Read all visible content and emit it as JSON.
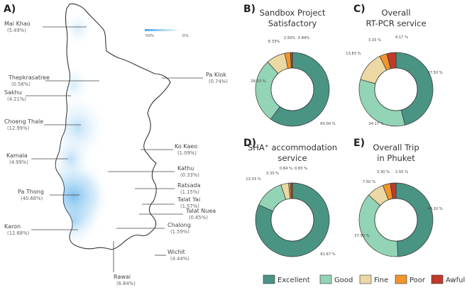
{
  "map_panel": {
    "letter": "A)",
    "scale": {
      "max_label": "50%",
      "min_label": "0%"
    },
    "locations": [
      {
        "name": "Mai Khao",
        "pct": "(5.49%)"
      },
      {
        "name": "Thepkrasatree",
        "pct": "(0.56%)"
      },
      {
        "name": "Sakhu",
        "pct": "(4.21%)"
      },
      {
        "name": "Choeng Thale",
        "pct": "(12.99%)"
      },
      {
        "name": "Kamala",
        "pct": "(4.99%)"
      },
      {
        "name": "Pa Thong",
        "pct": "(40.68%)"
      },
      {
        "name": "Karon",
        "pct": "(12.68%)"
      },
      {
        "name": "Rawai",
        "pct": "(6.84%)"
      },
      {
        "name": "Pa Klok",
        "pct": "(0.74%)"
      },
      {
        "name": "Ko Kaeo",
        "pct": "(1.09%)"
      },
      {
        "name": "Kathu",
        "pct": "(0.33%)"
      },
      {
        "name": "Ratsada",
        "pct": "(1.15%)"
      },
      {
        "name": "Talat Yai",
        "pct": "(1.57%)"
      },
      {
        "name": "Talat Nuea",
        "pct": "(0.65%)"
      },
      {
        "name": "Chalong",
        "pct": "(1.59%)"
      },
      {
        "name": "Wichit",
        "pct": "(4.44%)"
      }
    ]
  },
  "legend": [
    {
      "label": "Excellent",
      "color": "#4a9484"
    },
    {
      "label": "Good",
      "color": "#93d3b6"
    },
    {
      "label": "Fine",
      "color": "#ecd8a4"
    },
    {
      "label": "Poor",
      "color": "#f0962d"
    },
    {
      "label": "Awful",
      "color": "#c0392b"
    }
  ],
  "chart_data": [
    {
      "type": "pie",
      "panel": "B)",
      "title": [
        "Sandbox Project",
        "Satisfactory"
      ],
      "categories": [
        "Excellent",
        "Good",
        "Fine",
        "Poor",
        "Awful"
      ],
      "values": [
        60.0,
        28.33,
        8.33,
        2.5,
        0.84
      ],
      "value_labels": [
        "60.00 %",
        "28.33 %",
        "8.33%",
        "2.50%",
        "0.84%"
      ]
    },
    {
      "type": "pie",
      "panel": "C)",
      "title": [
        "Overall",
        "RT-PCR service"
      ],
      "categories": [
        "Excellent",
        "Good",
        "Fine",
        "Poor",
        "Awful"
      ],
      "values": [
        47.5,
        34.17,
        13.83,
        3.33,
        4.17
      ],
      "value_labels": [
        "47.50 %",
        "34.17 %",
        "13.83 %",
        "3.33 %",
        "4.17 %"
      ]
    },
    {
      "type": "pie",
      "panel": "D)",
      "title": [
        "SHA⁺ accommodation",
        "service"
      ],
      "categories": [
        "Excellent",
        "Good",
        "Fine",
        "Poor",
        "Awful"
      ],
      "values": [
        81.67,
        13.33,
        3.33,
        0.84,
        0.83
      ],
      "value_labels": [
        "81.67 %",
        "13.33 %",
        "3.33 %",
        "0.84 %",
        "0.83 %"
      ]
    },
    {
      "type": "pie",
      "panel": "E)",
      "title": [
        "Overall Trip",
        "in Phuket"
      ],
      "categories": [
        "Excellent",
        "Good",
        "Fine",
        "Poor",
        "Awful"
      ],
      "values": [
        49.2,
        37.5,
        7.5,
        3.3,
        2.5
      ],
      "value_labels": [
        "49.20 %",
        "37.50 %",
        "7.50 %",
        "3.30 %",
        "2.50 %"
      ]
    }
  ]
}
